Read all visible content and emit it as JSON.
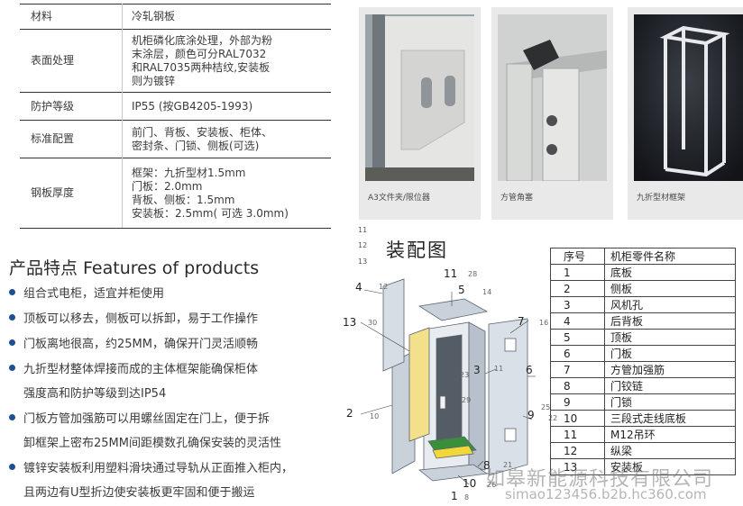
{
  "spec_table": {
    "rows": [
      {
        "label": "材料",
        "value": "冷轧钢板"
      },
      {
        "label": "表面处理",
        "value": "机柜磷化底涂处理，外部为粉\n末涂层，颜色可分RAL7032\n和RAL7035两种桔纹,安装板\n则为镀锌"
      },
      {
        "label": "防护等级",
        "value": "IP55 (按GB4205-1993)"
      },
      {
        "label": "标准配置",
        "value": "前门、背板、安装板、柜体、\n密封条、门锁、侧板(可选)"
      },
      {
        "label": "钢板厚度",
        "value": "框架：九折型材1.5mm\n门板：2.0mm\n背板、侧板：1.5mm\n安装板：2.5mm( 可选 3.0mm)"
      }
    ]
  },
  "features": {
    "title": "产品特点  Features of products",
    "lines": [
      {
        "text": "组合式电柜，适宜并柜使用",
        "bullet": true
      },
      {
        "text": "顶板可以移去，侧板可以拆卸，易于工作操作",
        "bullet": true
      },
      {
        "text": "门板离地很高，约25MM，确保开门灵活顺畅",
        "bullet": true
      },
      {
        "text": "九折型材整体焊接而成的主体框架能确保柜体",
        "bullet": true
      },
      {
        "text": "强度高和防护等级到达IP54",
        "bullet": false
      },
      {
        "text": "门板方管加强筋可以用螺丝固定在门上，便于拆",
        "bullet": true
      },
      {
        "text": "卸框架上密布25MM间距模数孔确保安装的灵活性",
        "bullet": false
      },
      {
        "text": "镀锌安装板利用塑料滑块通过导轨从正面推入柜内，",
        "bullet": true
      },
      {
        "text": "且两边有U型折边使安装板更牢固和便于搬运",
        "bullet": false
      }
    ]
  },
  "photos": [
    {
      "caption": "A3文件夹/限位器"
    },
    {
      "caption": "方管角塞"
    },
    {
      "caption": "九折型材框架"
    }
  ],
  "assembly": {
    "title": "装配图",
    "side_numbers": [
      "11",
      "12",
      "13"
    ],
    "callouts_large": [
      "11",
      "4",
      "13",
      "7",
      "3",
      "6",
      "2",
      "9",
      "8",
      "10",
      "5",
      "1"
    ],
    "callouts_small": [
      "28",
      "12",
      "14",
      "30",
      "16",
      "11",
      "23",
      "29",
      "25",
      "22",
      "10",
      "8",
      "26",
      "21"
    ]
  },
  "parts_table": {
    "header": {
      "no": "序号",
      "name": "机柜零件名称"
    },
    "rows": [
      {
        "no": "1",
        "name": "底板"
      },
      {
        "no": "2",
        "name": "侧板"
      },
      {
        "no": "3",
        "name": "风机孔"
      },
      {
        "no": "4",
        "name": "后背板"
      },
      {
        "no": "5",
        "name": "顶板"
      },
      {
        "no": "6",
        "name": "门板"
      },
      {
        "no": "7",
        "name": "方管加强筋"
      },
      {
        "no": "8",
        "name": "门铰链"
      },
      {
        "no": "9",
        "name": "门锁"
      },
      {
        "no": "10",
        "name": "三段式走线底板"
      },
      {
        "no": "11",
        "name": "M12吊环"
      },
      {
        "no": "12",
        "name": "纵梁"
      },
      {
        "no": "13",
        "name": "安装板"
      }
    ]
  },
  "watermark": {
    "line1": "如皋新能源科技有限公司",
    "line2": "simao123456.b2b.hc360.com"
  },
  "colors": {
    "bullet": "#1d4f91",
    "photo_bg": "#e9e9e9",
    "cabinet": "#c9d1da",
    "mounting_plate": "#f3e08a",
    "floor_green": "#3a8f3a"
  }
}
